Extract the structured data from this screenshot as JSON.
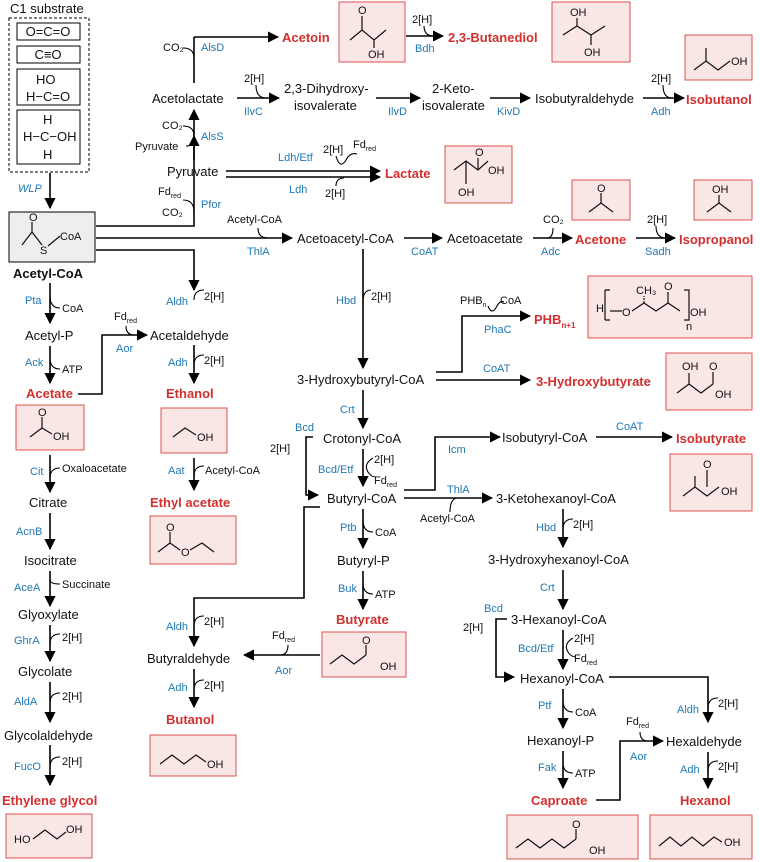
{
  "c1": {
    "title": "C1 substrate",
    "co2": "O=C=O",
    "co": "C≡O",
    "formate_1": "HO",
    "formate_2": "H−C=O",
    "methanol_h_top": "H",
    "methanol_mid": "H−C−OH",
    "methanol_h_bot": "H",
    "wlp": "WLP"
  },
  "acetyl": {
    "label": "Acetyl-CoA",
    "coa": "CoA",
    "s": "S"
  },
  "enzymes": {
    "alsD": "AlsD",
    "ilvC": "IlvC",
    "ilvD": "IlvD",
    "kivD": "KivD",
    "adh": "Adh",
    "alsS": "AlsS",
    "bdh": "Bdh",
    "ldhEtf": "Ldh/Etf",
    "ldh": "Ldh",
    "pfor": "Pfor",
    "thlA": "ThlA",
    "coat": "CoAT",
    "adc": "Adc",
    "sadh": "Sadh",
    "pta": "Pta",
    "aldh": "Aldh",
    "hbd": "Hbd",
    "phaC": "PhaC",
    "ack": "Ack",
    "aor": "Aor",
    "crt": "Crt",
    "bcd": "Bcd",
    "bcdEtf": "Bcd/Etf",
    "icm": "Icm",
    "cit": "Cit",
    "aat": "Aat",
    "acnB": "AcnB",
    "ptb": "Ptb",
    "aceA": "AceA",
    "buk": "Buk",
    "ghrA": "GhrA",
    "aldA": "AldA",
    "fucO": "FucO",
    "ptf": "Ptf",
    "fak": "Fak"
  },
  "cofactors": {
    "co2": "CO₂",
    "h2": "2[H]",
    "pyruvate": "Pyruvate",
    "fd": "Fd",
    "red": "red",
    "coa": "CoA",
    "atp": "ATP",
    "acetylCoA": "Acetyl-CoA",
    "oxaloacetate": "Oxaloacetate",
    "succinate": "Succinate",
    "phb": "PHB",
    "n": "n"
  },
  "metabolites": {
    "acetolactate": "Acetolactate",
    "dihydroxy1": "2,3-Dihydroxy-",
    "dihydroxy2": "isovalerate",
    "keto1": "2-Keto-",
    "keto2": "isovalerate",
    "isobutyraldehyde": "Isobutyraldehyde",
    "pyruvate": "Pyruvate",
    "acetoacetylCoA": "Acetoacetyl-CoA",
    "acetoacetate": "Acetoacetate",
    "acetylP": "Acetyl-P",
    "acetaldehyde": "Acetaldehyde",
    "hydroxybutyrylCoA": "3-Hydroxybutyryl-CoA",
    "crotonylCoA": "Crotonyl-CoA",
    "isobutyrylCoA": "Isobutyryl-CoA",
    "citrate": "Citrate",
    "butyrylCoA": "Butyryl-CoA",
    "ketohexanoylCoA": "3-Ketohexanoyl-CoA",
    "isocitrate": "Isocitrate",
    "butyrylP": "Butyryl-P",
    "hydroxyhexanoylCoA": "3-Hydroxyhexanoyl-CoA",
    "glyoxylate": "Glyoxylate",
    "hexenoylCoA": "3-Hexanoyl-CoA",
    "glycolate": "Glycolate",
    "butyraldehyde": "Butyraldehyde",
    "hexanoylCoA": "Hexanoyl-CoA",
    "glycolaldehyde": "Glycolaldehyde",
    "hexanoylP": "Hexanoyl-P",
    "hexaldehyde": "Hexaldehyde"
  },
  "products": {
    "acetoin": "Acetoin",
    "butanediol": "2,3-Butanediol",
    "isobutanol": "Isobutanol",
    "lactate": "Lactate",
    "acetone": "Acetone",
    "isopropanol": "Isopropanol",
    "phb": "PHB",
    "phbSub": "n+1",
    "hydroxybutyrate": "3-Hydroxybutyrate",
    "acetate": "Acetate",
    "ethanol": "Ethanol",
    "isobutyrate": "Isobutyrate",
    "ethylAcetate": "Ethyl acetate",
    "butyrate": "Butyrate",
    "butanol": "Butanol",
    "ethyleneGlycol": "Ethylene glycol",
    "caproate": "Caproate",
    "hexanol": "Hexanol"
  },
  "structures": {
    "o": "O",
    "oh": "OH",
    "ho": "HO",
    "h": "H",
    "ch3": "CH₃",
    "n": "n"
  }
}
